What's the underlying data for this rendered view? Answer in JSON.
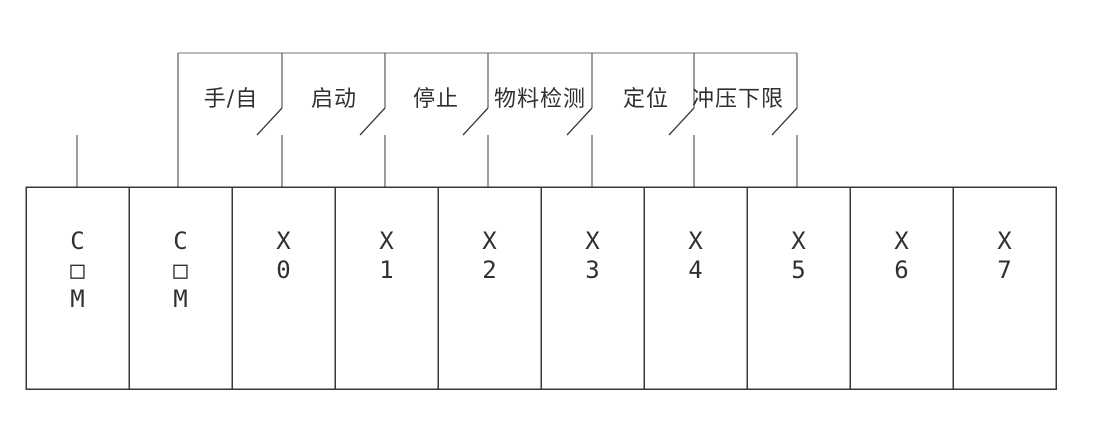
{
  "colors": {
    "line_dark": "#383838",
    "line_light": "#757575",
    "text": "#303030",
    "background": "#ffffff"
  },
  "switches": [
    {
      "name": "manual-auto",
      "label": "手/自",
      "terminal": "X0"
    },
    {
      "name": "start",
      "label": "启动",
      "terminal": "X1"
    },
    {
      "name": "stop",
      "label": "停止",
      "terminal": "X2"
    },
    {
      "name": "material-detect",
      "label": "物料检测",
      "terminal": "X3"
    },
    {
      "name": "positioning",
      "label": "定位",
      "terminal": "X4"
    },
    {
      "name": "press-lower-limit",
      "label": "冲压下限",
      "terminal": "X5"
    }
  ],
  "terminals": [
    {
      "id": "COM-1",
      "label": "COM",
      "chars": [
        "C",
        "□",
        "M"
      ]
    },
    {
      "id": "COM-2",
      "label": "COM",
      "chars": [
        "C",
        "□",
        "M"
      ]
    },
    {
      "id": "X0",
      "label": "X0",
      "chars": [
        "X",
        "0"
      ]
    },
    {
      "id": "X1",
      "label": "X1",
      "chars": [
        "X",
        "1"
      ]
    },
    {
      "id": "X2",
      "label": "X2",
      "chars": [
        "X",
        "2"
      ]
    },
    {
      "id": "X3",
      "label": "X3",
      "chars": [
        "X",
        "3"
      ]
    },
    {
      "id": "X4",
      "label": "X4",
      "chars": [
        "X",
        "4"
      ]
    },
    {
      "id": "X5",
      "label": "X5",
      "chars": [
        "X",
        "5"
      ]
    },
    {
      "id": "X6",
      "label": "X6",
      "chars": [
        "X",
        "6"
      ]
    },
    {
      "id": "X7",
      "label": "X7",
      "chars": [
        "X",
        "7"
      ]
    }
  ]
}
